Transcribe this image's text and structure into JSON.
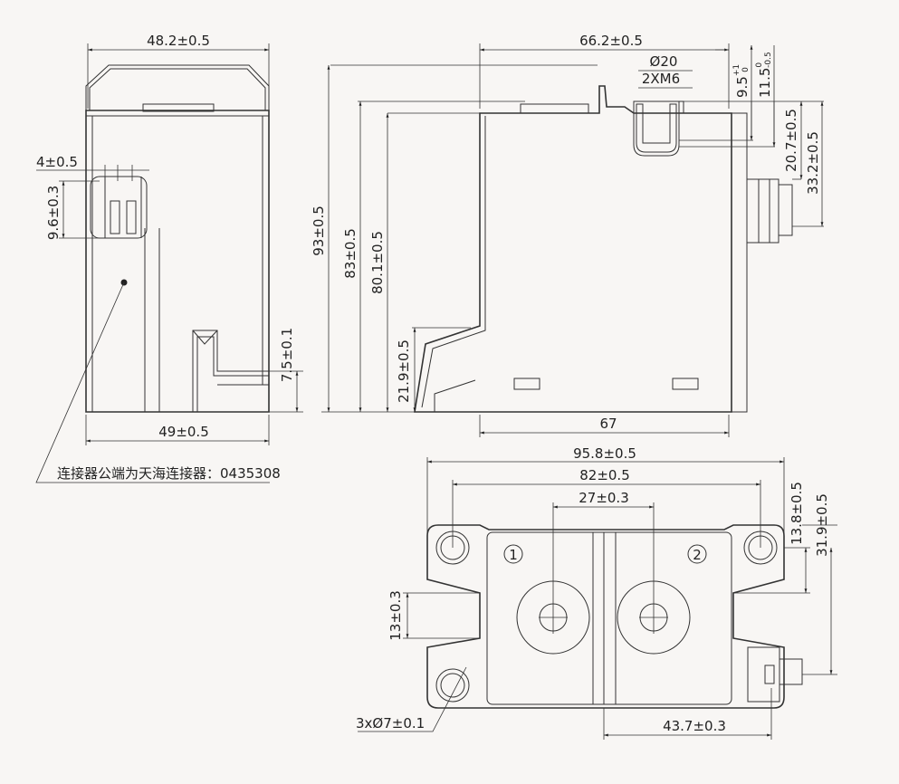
{
  "side_view": {
    "width_top": "48.2±0.5",
    "slot_width": "4±0.5",
    "slot_height": "9.6±0.3",
    "foot_height": "7.5±0.1",
    "width_bottom": "49±0.5",
    "note": "连接器公端为天海连接器：0435308"
  },
  "front_view": {
    "width_top": "66.2±0.5",
    "bore": "Ø20",
    "thread": "2XM6",
    "terminal_height_a": "9.5",
    "terminal_height_a_tol_upper": "+1",
    "terminal_height_a_tol_lower": "0",
    "terminal_height_b": "11.5",
    "terminal_height_b_tol_upper": "0",
    "terminal_height_b_tol_lower": "-0.5",
    "connector_top": "20.7±0.5",
    "connector_bottom": "33.2±0.5",
    "height_total": "93±0.5",
    "height_body": "83±0.5",
    "height_inner": "80.1±0.5",
    "height_step": "21.9±0.5",
    "width_bottom": "67"
  },
  "top_view": {
    "width_total": "95.8±0.5",
    "hole_pitch": "82±0.5",
    "terminal_pitch": "27±0.3",
    "hole_offset": "13.8±0.5",
    "connector_offset": "31.9±0.5",
    "slot_width": "13±0.3",
    "holes": "3xØ7±0.1",
    "connector_distance": "43.7±0.3",
    "terminal_1": "1",
    "terminal_2": "2"
  }
}
